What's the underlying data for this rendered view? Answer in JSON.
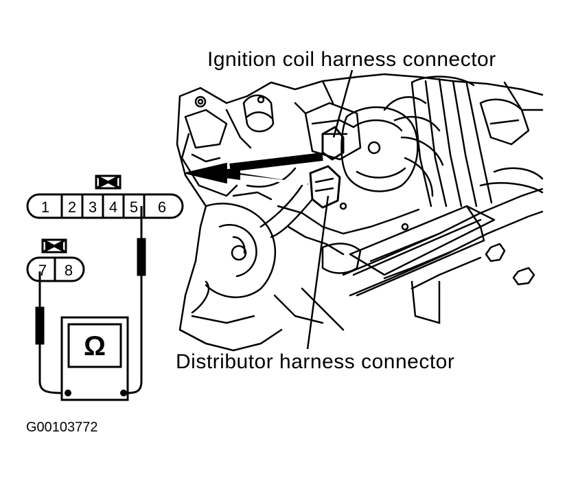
{
  "labels": {
    "ignition_coil_connector": "Ignition coil harness connector",
    "distributor_connector": "Distributor harness connector",
    "figure_code": "G00103772"
  },
  "connector_a": {
    "pins": [
      "1",
      "2",
      "3",
      "4",
      "5",
      "6"
    ]
  },
  "connector_b": {
    "pins": [
      "7",
      "8"
    ]
  },
  "meter": {
    "symbol": "Ω"
  },
  "colors": {
    "ink": "#000000",
    "paper": "#ffffff"
  }
}
